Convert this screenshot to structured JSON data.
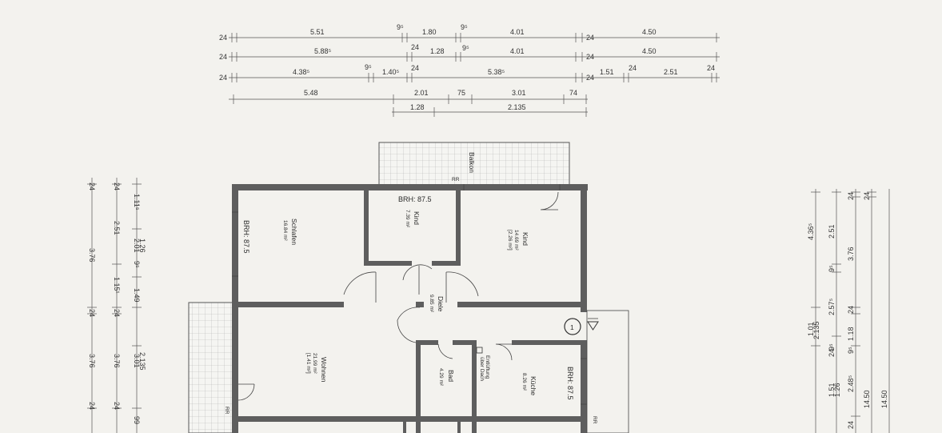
{
  "dimensions": {
    "top": {
      "row1": [
        "24",
        "5.51",
        "9⁵",
        "1.80",
        "9⁵",
        "4.01",
        "24",
        "4.50"
      ],
      "row2": [
        "24",
        "5.88⁵",
        "24",
        "1.28",
        "9⁵",
        "4.01",
        "24",
        "4.50"
      ],
      "row3": [
        "24",
        "4.38⁵",
        "9⁵",
        "1.40⁵",
        "24",
        "5.38⁵",
        "24",
        "1.51",
        "24",
        "2.51",
        "24"
      ],
      "row4": [
        "5.48",
        "2.01",
        "75",
        "3.01",
        "74",
        "1.28",
        "2.135"
      ]
    },
    "left": {
      "col1": [
        "24",
        "3.76",
        "24",
        "3.76",
        "24"
      ],
      "col2": [
        "24",
        "2.51",
        "1.15¹",
        "24",
        "3.76",
        "24"
      ],
      "col3": [
        "1.11⁵",
        "2.01",
        "1.26",
        "9⁵",
        "1.49",
        "3.01",
        "2.135",
        "99"
      ]
    },
    "right": {
      "col1": [
        "4.36⁵",
        "1.01",
        "2.135"
      ],
      "col2": [
        "2.51",
        "9⁵",
        "2.57⁵",
        "24",
        "9⁵",
        "1.51",
        "1.26"
      ],
      "col3": [
        "24",
        "3.76",
        "24",
        "1.18",
        "9⁵",
        "2.48⁵",
        "24"
      ],
      "col4": [
        "24",
        "14.50"
      ],
      "col5": [
        "14.50"
      ]
    }
  },
  "rooms": {
    "balkon": {
      "name": "Balkon"
    },
    "schlafen": {
      "name": "Schlafen",
      "area": "16.84 m²"
    },
    "kind1": {
      "name": "Kind",
      "area": "7.39 m²"
    },
    "kind2": {
      "name": "Kind",
      "area": "14.69 m²",
      "note": "[2.26 m²]"
    },
    "diele": {
      "name": "Diele",
      "area": "9.85 m²"
    },
    "wohnen": {
      "name": "Wohnen",
      "area": "21.99 m²",
      "note": "[1.41 m²]"
    },
    "bad": {
      "name": "Bad",
      "area": "4.29 m²"
    },
    "kueche": {
      "name": "Küche",
      "area": "8.26 m²"
    }
  },
  "labels": {
    "brh_top": "BRH: 87.5",
    "brh_left": "BRH: 87.5",
    "brh_right": "BRH: 87.5",
    "rr": "RR",
    "entl1": "Entlüftung",
    "entl2": "über Dach",
    "entrance_number": "1"
  }
}
